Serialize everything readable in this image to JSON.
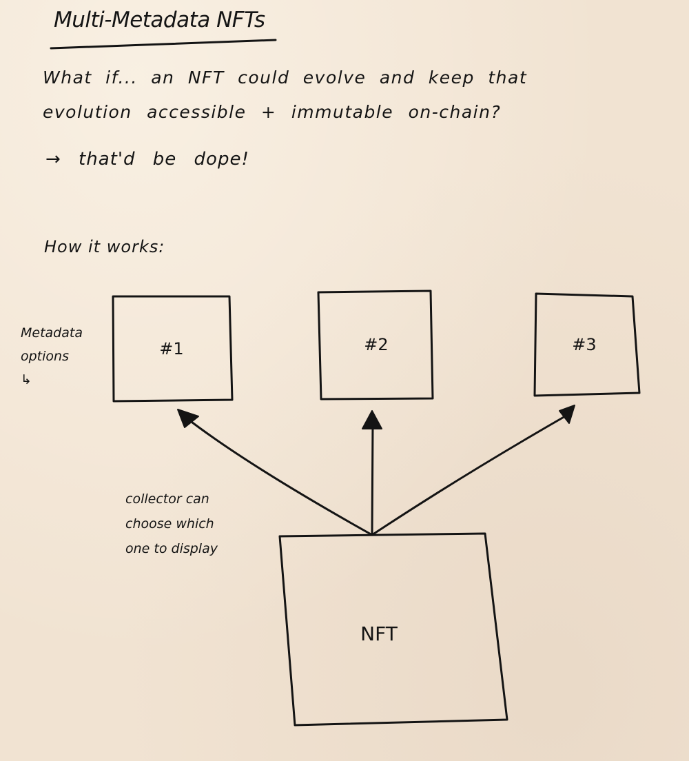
{
  "title": "Multi-Metadata NFTs",
  "intro": {
    "line1": "What if... an NFT could evolve and keep that",
    "line2": "evolution accessible + immutable on-chain?",
    "line3": "→ that'd be dope!"
  },
  "how_it_works": "How it works:",
  "side_note": {
    "line1": "Metadata",
    "line2": "options",
    "line3": "↳"
  },
  "boxes": {
    "option1": "#1",
    "option2": "#2",
    "option3": "#3",
    "nft": "NFT"
  },
  "collector_note": {
    "line1": "collector can",
    "line2": "choose which",
    "line3": "one to display"
  }
}
